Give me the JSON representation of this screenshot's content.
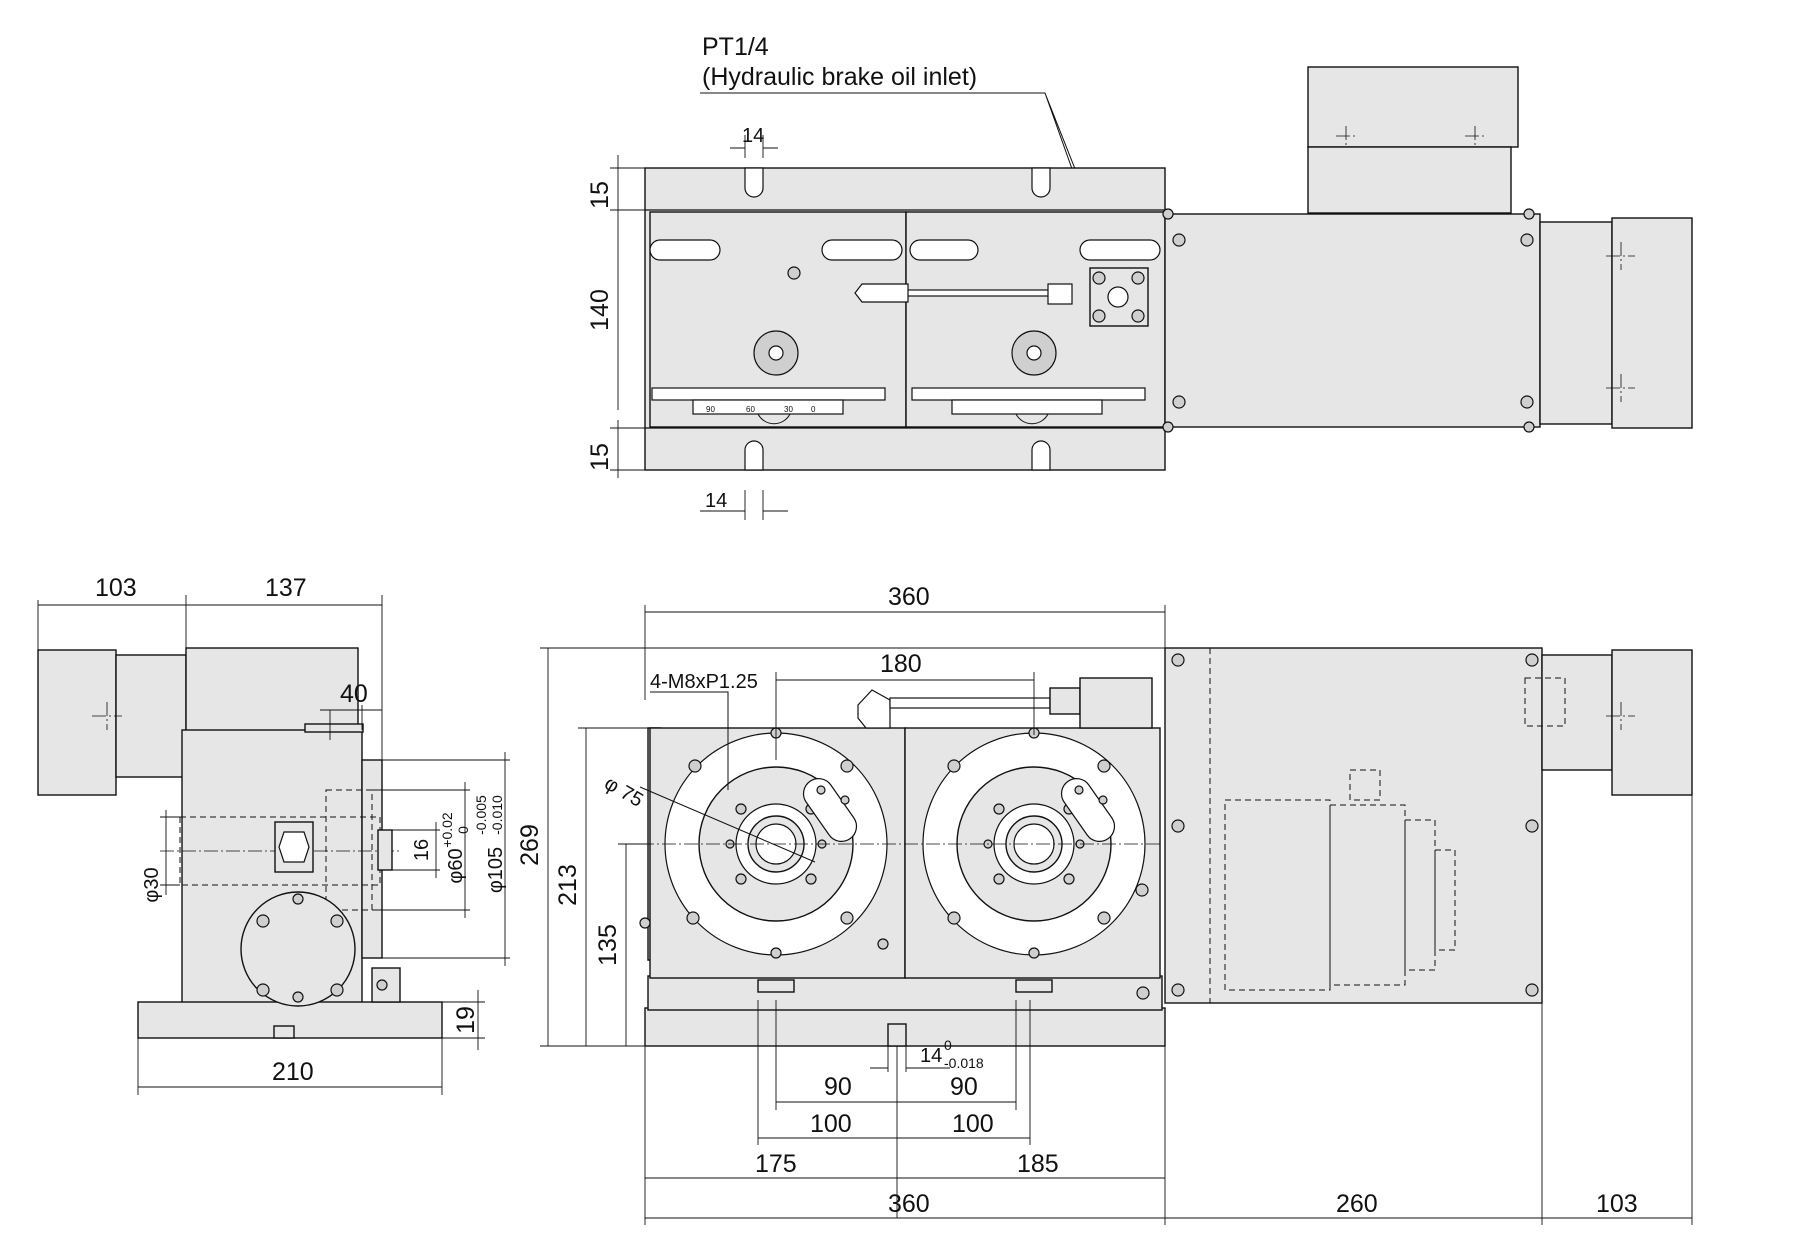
{
  "callouts": {
    "oil_port": "PT1/4",
    "oil_port_desc": "(Hydraulic brake oil inlet)",
    "bolt_pattern": "4-M8xP1.25",
    "bore_dia": "φ 75"
  },
  "top_view": {
    "slot_width_top": "14",
    "slot_width_bottom": "14",
    "height_top": "15",
    "height_body": "140",
    "height_bottom": "15"
  },
  "side_view": {
    "motor_length": "103",
    "body_depth": "137",
    "offset": "40",
    "spindle_dia": "φ30",
    "key_width": "16",
    "pilot_dia": "φ60",
    "pilot_tol_upper": "+0.02",
    "pilot_tol_lower": "0",
    "flange_dia": "φ105",
    "flange_tol_upper": "-0.005",
    "flange_tol_lower": "-0.010",
    "base_height": "19",
    "base_width": "210"
  },
  "front_view": {
    "width_top": "360",
    "spindle_pitch": "180",
    "height_overall": "269",
    "height_body": "213",
    "center_height": "135",
    "key_slot": "14",
    "key_tol_upper": "0",
    "key_tol_lower": "-0.018",
    "left_90": "90",
    "right_90": "90",
    "left_100": "100",
    "right_100": "100",
    "left_175": "175",
    "right_185": "185",
    "width_bottom": "360",
    "motor_len": "260",
    "end_len": "103"
  },
  "scale": {
    "scale_90": [
      "90",
      "60",
      "30",
      "0"
    ]
  }
}
